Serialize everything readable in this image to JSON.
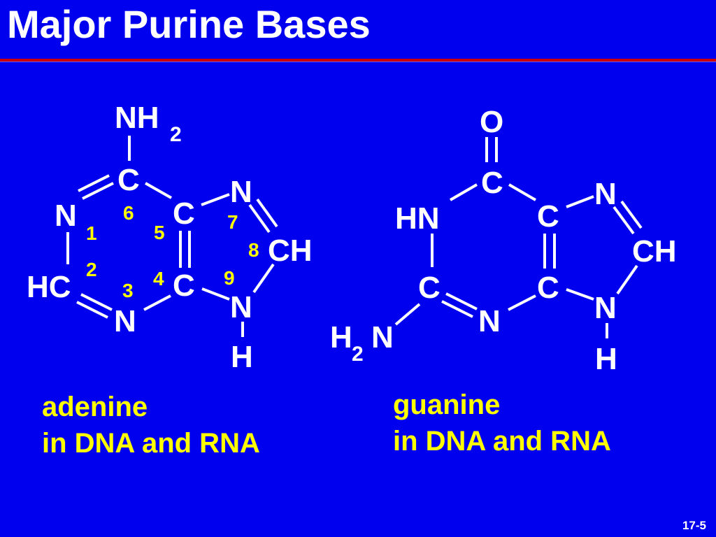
{
  "slide": {
    "title": "Major Purine Bases",
    "page_number": "17-5"
  },
  "adenine": {
    "atoms": {
      "nh2": "NH",
      "nh2_sub": "2",
      "c6": "C",
      "n1": "N",
      "c5": "C",
      "n7": "N",
      "c8": "CH",
      "hc2": "HC",
      "c4": "C",
      "n3": "N",
      "n9": "N",
      "h9": "H"
    },
    "numbers": {
      "n1": "1",
      "n2": "2",
      "n3": "3",
      "n4": "4",
      "n5": "5",
      "n6": "6",
      "n7": "7",
      "n8": "8",
      "n9": "9"
    },
    "caption_line1": "adenine",
    "caption_line2": "in DNA and RNA"
  },
  "guanine": {
    "atoms": {
      "o": "O",
      "c6": "C",
      "hn1": "HN",
      "c5": "C",
      "n7": "N",
      "c8": "CH",
      "c2": "C",
      "c4": "C",
      "n3": "N",
      "n9": "N",
      "h9": "H",
      "h2n": "H",
      "h2n_sub": "2",
      "h2n_n": "N"
    },
    "caption_line1": "guanine",
    "caption_line2": "in DNA and RNA"
  },
  "colors": {
    "background": "#0000ee",
    "text": "#ffffff",
    "accent": "#ffff00",
    "rule": "#cc0000"
  }
}
